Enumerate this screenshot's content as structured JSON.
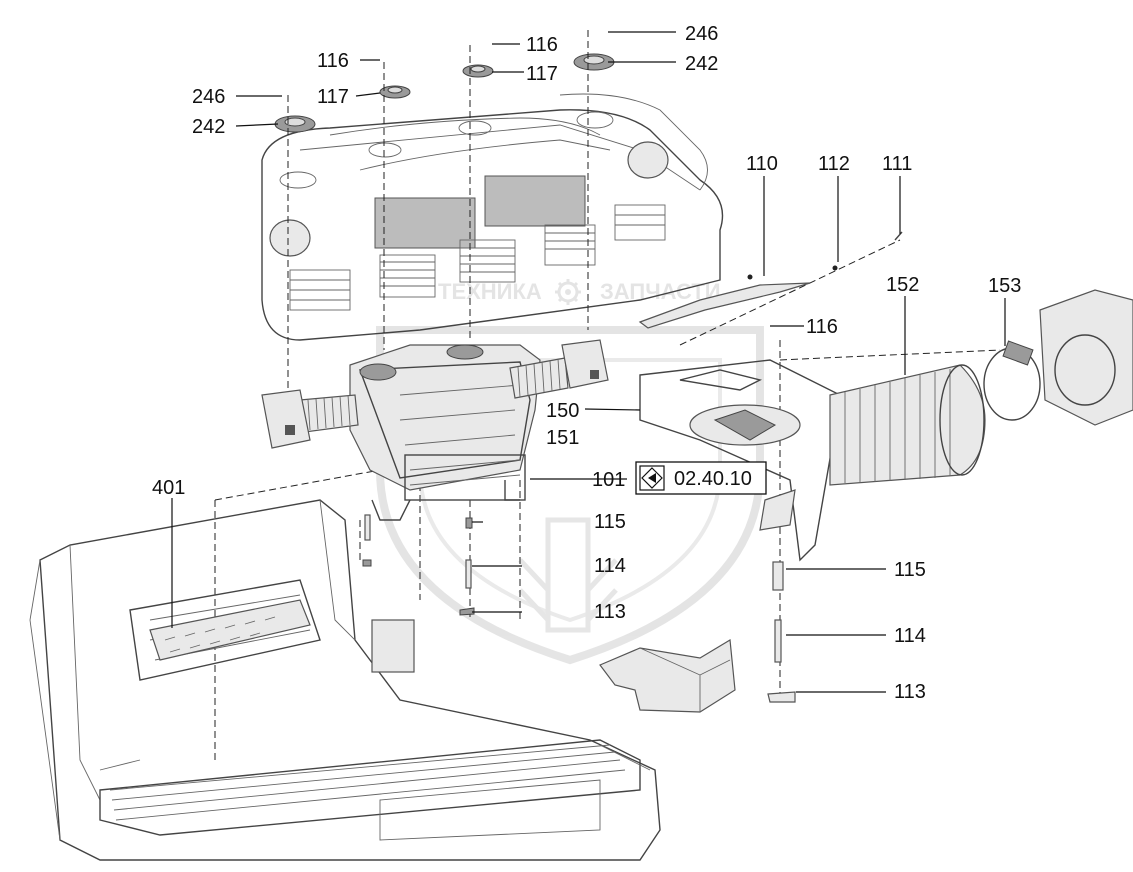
{
  "watermark": {
    "left_text": "ТЕХНИКА",
    "right_text": "ЗАПЧАСТИ",
    "gear_icon": "gear-icon",
    "logo_icon": "shield-logo-icon"
  },
  "reference": {
    "arrow_icon": "diamond-arrow-icon",
    "code": "02.40.10"
  },
  "labels": {
    "l246a": "246",
    "l242a": "242",
    "l116a": "116",
    "l117a": "117",
    "l116b": "116",
    "l117b": "117",
    "l246b": "246",
    "l242b": "242",
    "l110": "110",
    "l112": "112",
    "l111": "111",
    "l152": "152",
    "l153": "153",
    "l116c": "116",
    "l150": "150",
    "l151": "151",
    "l101": "101",
    "l401": "401",
    "l115a": "115",
    "l114a": "114",
    "l113a": "113",
    "l115b": "115",
    "l114b": "114",
    "l113b": "113"
  }
}
